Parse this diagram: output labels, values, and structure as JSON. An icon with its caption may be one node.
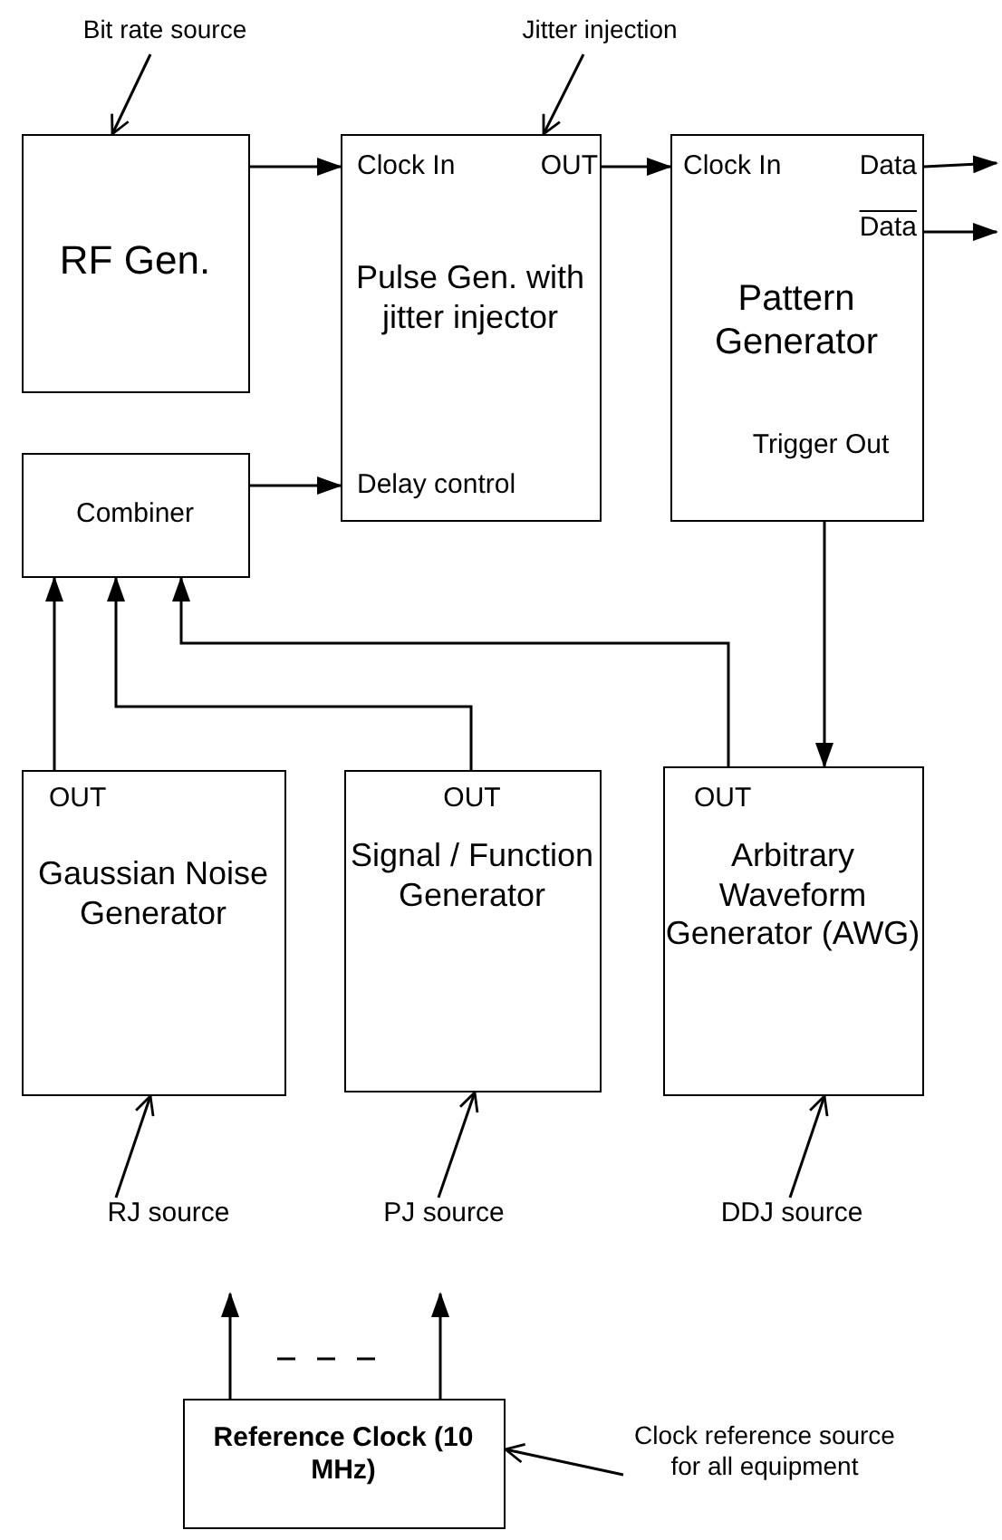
{
  "diagram": {
    "nodes": [
      {
        "text": [
          "Bit rate source"
        ]
      },
      {
        "text": [
          "Jitter injection"
        ]
      },
      {
        "text": [
          "RF Gen."
        ]
      },
      {
        "text": [
          "Clock In",
          "OUT",
          "Pulse Gen. with jitter injector",
          "Delay control"
        ]
      },
      {
        "text": [
          "Clock In",
          "Data",
          "Data",
          "Pattern Generator",
          "Trigger Out"
        ]
      },
      {
        "text": [
          "Combiner"
        ]
      },
      {
        "text": [
          "OUT",
          "Gaussian Noise Generator"
        ]
      },
      {
        "text": [
          "OUT",
          "Signal / Function Generator"
        ]
      },
      {
        "text": [
          "OUT",
          "Arbitrary Waveform Generator (AWG)"
        ]
      },
      {
        "text": [
          "RJ source"
        ]
      },
      {
        "text": [
          "PJ source"
        ]
      },
      {
        "text": [
          "DDJ source"
        ]
      },
      {
        "text": [
          "Reference Clock (10 MHz)"
        ]
      },
      {
        "text": [
          "Clock reference source  for all equipment"
        ]
      }
    ],
    "edges": [
      {
        "from": 0,
        "to": 2,
        "arrow": "to"
      },
      {
        "from": 1,
        "to": 3,
        "arrow": "to"
      },
      {
        "from": 2,
        "to": 3,
        "arrow": "to"
      },
      {
        "from": 3,
        "to": 4,
        "arrow": "to"
      },
      {
        "from": 4,
        "to": null,
        "arrow": "to"
      },
      {
        "from": 4,
        "to": null,
        "arrow": "to"
      },
      {
        "from": 5,
        "to": 3,
        "arrow": "to"
      },
      {
        "from": 6,
        "to": 5,
        "arrow": "to"
      },
      {
        "from": 7,
        "to": 5,
        "arrow": "to"
      },
      {
        "from": 8,
        "to": 5,
        "arrow": "to"
      },
      {
        "from": 4,
        "to": 8,
        "arrow": "to"
      },
      {
        "from": 9,
        "to": 6,
        "arrow": "to"
      },
      {
        "from": 10,
        "to": 7,
        "arrow": "to"
      },
      {
        "from": 11,
        "to": 8,
        "arrow": "to"
      },
      {
        "from": 12,
        "to": null,
        "arrow": "to"
      },
      {
        "from": 12,
        "to": null,
        "arrow": "to"
      },
      {
        "from": 13,
        "to": 12,
        "arrow": "to"
      }
    ]
  }
}
